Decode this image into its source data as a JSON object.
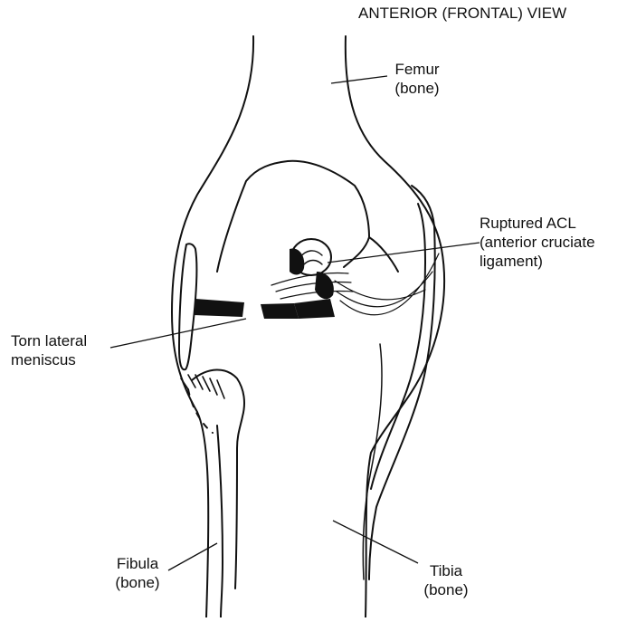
{
  "view_title": "ANTERIOR (FRONTAL) VIEW",
  "labels": {
    "femur": {
      "line1": "Femur",
      "line2": "(bone)"
    },
    "acl": {
      "line1": "Ruptured ACL",
      "line2": "(anterior cruciate",
      "line3": "ligament)"
    },
    "meniscus": {
      "line1": "Torn lateral",
      "line2": "meniscus"
    },
    "fibula": {
      "line1": "Fibula",
      "line2": "(bone)"
    },
    "tibia": {
      "line1": "Tibia",
      "line2": "(bone)"
    }
  },
  "colors": {
    "ink": "#111111",
    "paper": "#ffffff"
  }
}
